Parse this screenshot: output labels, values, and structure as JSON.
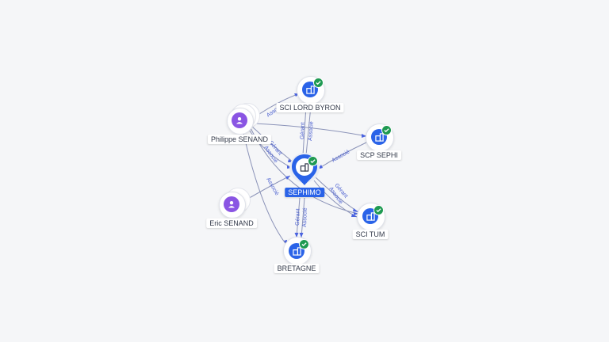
{
  "nodes": {
    "center": {
      "label": "SEPHIMO",
      "type": "company",
      "icon": "building-icon",
      "verified": true
    },
    "lord_byron": {
      "label": "SCI LORD BYRON",
      "type": "company",
      "icon": "building-icon",
      "verified": true
    },
    "sephi": {
      "label": "SCP SEPHI",
      "type": "company",
      "icon": "building-icon",
      "verified": true
    },
    "tum": {
      "label": "SCI TUM",
      "type": "company",
      "icon": "building-icon",
      "verified": true
    },
    "bretagne": {
      "label": "BRETAGNE",
      "type": "company",
      "icon": "building-icon",
      "verified": true
    },
    "philippe": {
      "label": "Philippe SENAND",
      "type": "person",
      "icon": "person-icon"
    },
    "eric": {
      "label": "Eric SENAND",
      "type": "person",
      "icon": "person-icon"
    }
  },
  "edge_labels": {
    "lord_byron_gerant": "Gérant",
    "lord_byron_associe": "Associé",
    "philippe_lord_byron": "Associé",
    "philippe_center_gerant": "Gérant",
    "philippe_center_associe": "Associé",
    "eric_center": "Associé",
    "sephi_center": "Associé",
    "tum_gerant": "Gérant",
    "tum_associe": "Associé",
    "bretagne_gerant": "Gérant",
    "bretagne_associe": "Associé"
  },
  "colors": {
    "company": "#2a63e8",
    "person": "#8a55e3",
    "verified": "#1f9a52",
    "edge": "#8b93b8",
    "edge_label": "#4a5fd0"
  }
}
